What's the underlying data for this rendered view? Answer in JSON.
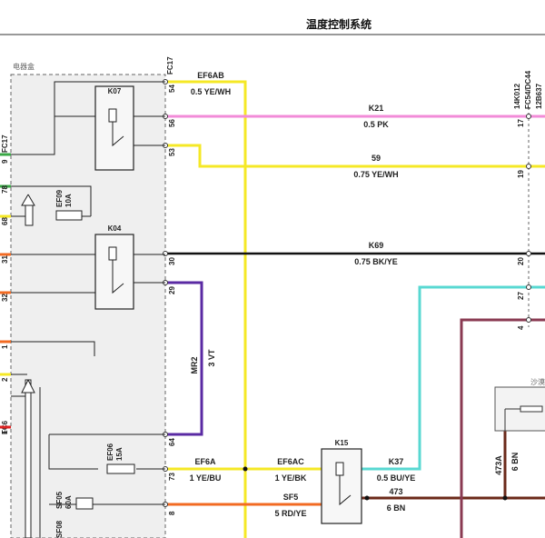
{
  "header": {
    "title": "温度控制系统"
  },
  "boxes": {
    "fuse_box": "电器盒",
    "fuse_box_code": "FC17",
    "fuse_box_code_side": "FC17",
    "lower_code": "FC6",
    "right_box": "沙漠"
  },
  "connectors": {
    "right_codes": [
      "14K012",
      "FC54/DC44",
      "12B637"
    ]
  },
  "relays": {
    "k07": "K07",
    "k04": "K04",
    "k15": "K15"
  },
  "fuses": {
    "ef09": [
      "EF09",
      "10A"
    ],
    "ef06": [
      "EF06",
      "15A"
    ],
    "sf05": [
      "SF05",
      "60A"
    ],
    "sf08": "SF08"
  },
  "pins": {
    "fc17": [
      "54",
      "56",
      "53",
      "30",
      "29",
      "64",
      "73",
      "8"
    ],
    "left_edge": [
      "9",
      "78",
      "68",
      "31",
      "32",
      "1",
      "2",
      "1"
    ],
    "right": [
      "17",
      "19",
      "20",
      "27",
      "4"
    ]
  },
  "wires": {
    "ef6ab": {
      "name": "EF6AB",
      "spec": "0.5 YE/WH"
    },
    "k21": {
      "name": "K21",
      "spec": "0.5 PK"
    },
    "w59": {
      "name": "59",
      "spec": "0.75 YE/WH"
    },
    "k69": {
      "name": "K69",
      "spec": "0.75 BK/YE"
    },
    "mr2": {
      "name": "MR2",
      "spec": "3 VT"
    },
    "ef6a": {
      "name": "EF6A",
      "spec": "1 YE/BU"
    },
    "ef6ac": {
      "name": "EF6AC",
      "spec": "1 YE/BK"
    },
    "sf5": {
      "name": "SF5",
      "spec": "5 RD/YE"
    },
    "k37": {
      "name": "K37",
      "spec": "0.5 BU/YE"
    },
    "w473": {
      "name": "473",
      "spec": "6 BN"
    },
    "w473a": {
      "name": "473A",
      "spec": "6 BN"
    }
  },
  "colors": {
    "yellow": "#f5e826",
    "pink": "#f28bd8",
    "black": "#111111",
    "violet": "#5a2aa3",
    "orange": "#f26a22",
    "brown": "#6b2a1a",
    "cyan": "#58d8d2",
    "maroon": "#8a3a52"
  }
}
